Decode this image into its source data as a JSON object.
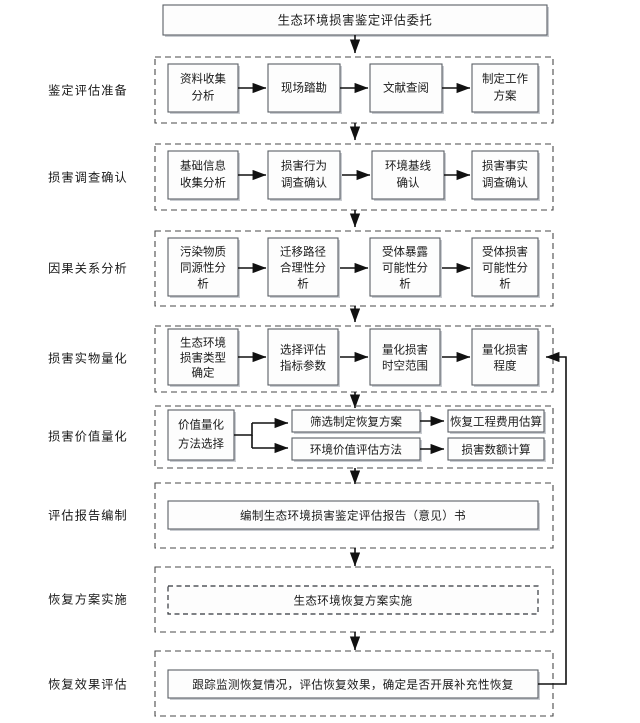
{
  "diagram": {
    "title": "生态环境损害鉴定评估委托",
    "stages": [
      {
        "id": "prep",
        "label": "鉴定评估准备"
      },
      {
        "id": "investigate",
        "label": "损害调查确认"
      },
      {
        "id": "causal",
        "label": "因果关系分析"
      },
      {
        "id": "physical",
        "label": "损害实物量化"
      },
      {
        "id": "value",
        "label": "损害价值量化"
      },
      {
        "id": "report",
        "label": "评估报告编制"
      },
      {
        "id": "restore",
        "label": "恢复方案实施"
      },
      {
        "id": "effect",
        "label": "恢复效果评估"
      }
    ],
    "rows": {
      "prep": [
        {
          "lines": [
            "资料收集",
            "分析"
          ]
        },
        {
          "lines": [
            "现场踏勘"
          ]
        },
        {
          "lines": [
            "文献查阅"
          ]
        },
        {
          "lines": [
            "制定工作",
            "方案"
          ]
        }
      ],
      "investigate": [
        {
          "lines": [
            "基础信息",
            "收集分析"
          ]
        },
        {
          "lines": [
            "损害行为",
            "调查确认"
          ]
        },
        {
          "lines": [
            "环境基线",
            "确认"
          ]
        },
        {
          "lines": [
            "损害事实",
            "调查确认"
          ]
        }
      ],
      "causal": [
        {
          "lines": [
            "污染物质",
            "同源性分",
            "析"
          ]
        },
        {
          "lines": [
            "迁移路径",
            "合理性分",
            "析"
          ]
        },
        {
          "lines": [
            "受体暴露",
            "可能性分",
            "析"
          ]
        },
        {
          "lines": [
            "受体损害",
            "可能性分",
            "析"
          ]
        }
      ],
      "physical": [
        {
          "lines": [
            "生态环境",
            "损害类型",
            "确定"
          ]
        },
        {
          "lines": [
            "选择评估",
            "指标参数"
          ]
        },
        {
          "lines": [
            "量化损害",
            "时空范围"
          ]
        },
        {
          "lines": [
            "量化损害",
            "程度"
          ]
        }
      ],
      "value": {
        "source": {
          "lines": [
            "价值量化",
            "方法选择"
          ]
        },
        "branches": [
          {
            "mid": "筛选制定恢复方案",
            "end": "恢复工程费用估算"
          },
          {
            "mid": "环境价值评估方法",
            "end": "损害数额计算"
          }
        ]
      },
      "report": {
        "label": "编制生态环境损害鉴定评估报告（意见）书"
      },
      "restore": {
        "label": "生态环境恢复方案实施"
      },
      "effect": {
        "label": "跟踪监测恢复情况，评估恢复效果，确定是否开展补充性恢复"
      }
    },
    "feedback": {
      "from": "effect",
      "to": "量化损害程度",
      "description": "恢复效果评估结果反馈至量化损害程度"
    },
    "colors": {
      "node_fill": "#fdfdfd",
      "node_stroke": "#5a5f66",
      "group_stroke": "#4a4a4a",
      "connector": "#111111",
      "text": "#1a1a1a"
    }
  }
}
